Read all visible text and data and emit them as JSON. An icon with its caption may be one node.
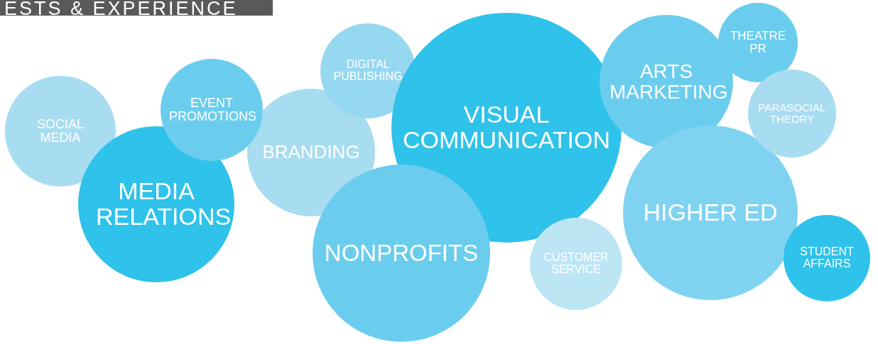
{
  "diagram": {
    "title": "ESTS & EXPERIENCE",
    "nodes": [
      {
        "text": [
          "SOCIAL MEDIA"
        ]
      },
      {
        "text": [
          "MEDIA RELATIONS"
        ]
      },
      {
        "text": [
          "EVENT PROMOTIONS"
        ]
      },
      {
        "text": [
          "BRANDING"
        ]
      },
      {
        "text": [
          "DIGITAL PUBLISHING"
        ]
      },
      {
        "text": [
          "VISUAL COMMUNICATION"
        ]
      },
      {
        "text": [
          "NONPROFITS"
        ]
      },
      {
        "text": [
          "CUSTOMER SERVICE"
        ]
      },
      {
        "text": [
          "ARTS MARKETING"
        ]
      },
      {
        "text": [
          "THEATRE PR"
        ]
      },
      {
        "text": [
          "PARASOCIAL THEORY"
        ]
      },
      {
        "text": [
          "HIGHER ED"
        ]
      },
      {
        "text": [
          "STUDENT AFFAIRS"
        ]
      }
    ]
  }
}
